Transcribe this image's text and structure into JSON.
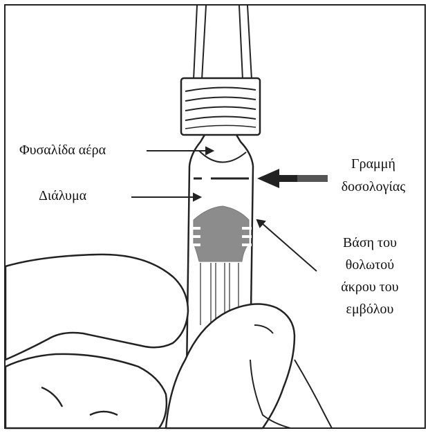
{
  "labels": {
    "air_bubble": "Φυσαλίδα αέρα",
    "solution": "Διάλυμα",
    "dosing_line": [
      "Γραμμή",
      "δοσολογίας"
    ],
    "plunger_tip_base": [
      "Βάση του",
      "θολωτού",
      "άκρου του",
      "εμβόλου"
    ]
  },
  "colors": {
    "outline": "#222222",
    "plunger_fill": "#8c8c8c",
    "background": "#ffffff"
  }
}
